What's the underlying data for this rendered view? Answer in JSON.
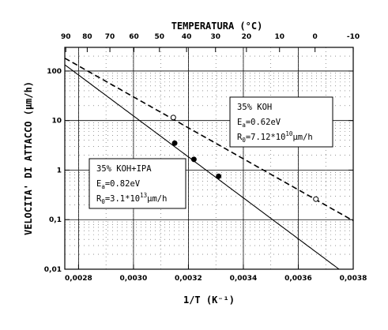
{
  "chart_data": {
    "type": "scatter",
    "xlabel": "1/T  (K⁻¹)",
    "ylabel": "VELOCITA' DI ATTACCO (μm/h)",
    "top_axis_label": "TEMPERATURA (°C)",
    "xlim": [
      0.00275,
      0.0038
    ],
    "ylim": [
      0.01,
      300
    ],
    "y_scale": "log",
    "grid": true,
    "x_ticks": [
      "0,0028",
      "0,0030",
      "0,0032",
      "0,0034",
      "0,0036",
      "0,0038"
    ],
    "x_tick_values": [
      0.0028,
      0.003,
      0.0032,
      0.0034,
      0.0036,
      0.0038
    ],
    "y_ticks": [
      "0,01",
      "0,1",
      "1",
      "10",
      "100"
    ],
    "y_tick_values": [
      0.01,
      0.1,
      1,
      10,
      100
    ],
    "top_ticks": [
      "90",
      "80",
      "70",
      "60",
      "50",
      "40",
      "30",
      "20",
      "10",
      "0",
      "-10"
    ],
    "top_tick_values_celsius": [
      90,
      80,
      70,
      60,
      50,
      40,
      30,
      20,
      10,
      0,
      -10
    ],
    "series": [
      {
        "label_lines": [
          "35% KOH",
          "E_a=0.62eV",
          "R_0=7.12*10^10 μm/h"
        ],
        "style": "dashed",
        "marker": "open-circle",
        "R0": 71200000000.0,
        "Ea_eV": 0.62,
        "points": [
          [
            0.003145,
            11.5
          ],
          [
            0.003664,
            0.26
          ]
        ]
      },
      {
        "label_lines": [
          "35% KOH+IPA",
          "E_a=0.82eV",
          "R_0=3.1*10^13 μm/h"
        ],
        "style": "solid",
        "marker": "filled-circle",
        "R0": 31000000000000.0,
        "Ea_eV": 0.82,
        "points": [
          [
            0.00315,
            3.5
          ],
          [
            0.00322,
            1.65
          ],
          [
            0.00331,
            0.75
          ]
        ]
      }
    ],
    "legend_box_1": {
      "line1": "35% KOH",
      "line2_main": "E",
      "line2_sub": "a",
      "line2_rest": "=0.62eV",
      "line3_main": "R",
      "line3_sub": "0",
      "line3_mid": "=7.12*10",
      "line3_sup": "10",
      "line3_rest": "μm/h"
    },
    "legend_box_2": {
      "line1": "35% KOH+IPA",
      "line2_main": "E",
      "line2_sub": "a",
      "line2_rest": "=0.82eV",
      "line3_main": "R",
      "line3_sub": "0",
      "line3_mid": "=3.1*10",
      "line3_sup": "13",
      "line3_rest": "μm/h"
    }
  }
}
